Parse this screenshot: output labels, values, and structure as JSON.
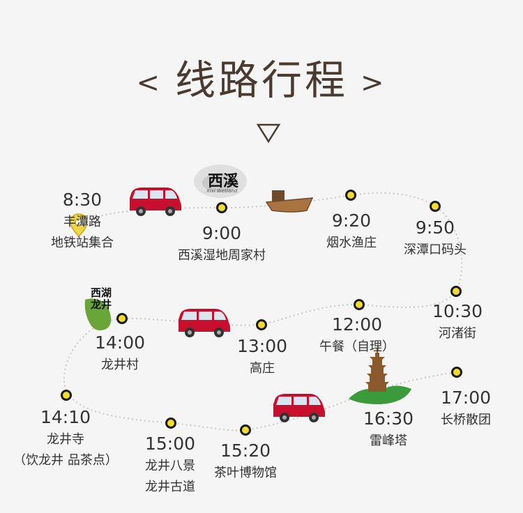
{
  "header": {
    "title": "线路行程",
    "left_chevron": "<",
    "right_chevron": ">"
  },
  "logos": {
    "xixi": "西溪",
    "xixi_sub": "Xixi Wetland",
    "longjing": "西湖龙井"
  },
  "stops": [
    {
      "id": "s0830",
      "time": "8:30",
      "lines": [
        "丰潭路",
        "地铁站集合"
      ]
    },
    {
      "id": "s0900",
      "time": "9:00",
      "lines": [
        "西溪湿地周家村"
      ]
    },
    {
      "id": "s0920",
      "time": "9:20",
      "lines": [
        "烟水渔庄"
      ]
    },
    {
      "id": "s0950",
      "time": "9:50",
      "lines": [
        "深潭口码头"
      ]
    },
    {
      "id": "s1030",
      "time": "10:30",
      "lines": [
        "河渚街"
      ]
    },
    {
      "id": "s1200",
      "time": "12:00",
      "lines": [
        "午餐（自理）"
      ]
    },
    {
      "id": "s1300",
      "time": "13:00",
      "lines": [
        "高庄"
      ]
    },
    {
      "id": "s1400",
      "time": "14:00",
      "lines": [
        "龙井村"
      ]
    },
    {
      "id": "s1410",
      "time": "14:10",
      "lines": [
        "龙井寺",
        "（饮龙井  品茶点）"
      ]
    },
    {
      "id": "s1500",
      "time": "15:00",
      "lines": [
        "龙井八景",
        "龙井古道"
      ]
    },
    {
      "id": "s1520",
      "time": "15:20",
      "lines": [
        "茶叶博物馆"
      ]
    },
    {
      "id": "s1630",
      "time": "16:30",
      "lines": [
        "雷峰塔"
      ]
    },
    {
      "id": "s1700",
      "time": "17:00",
      "lines": [
        "长桥散团"
      ]
    }
  ]
}
